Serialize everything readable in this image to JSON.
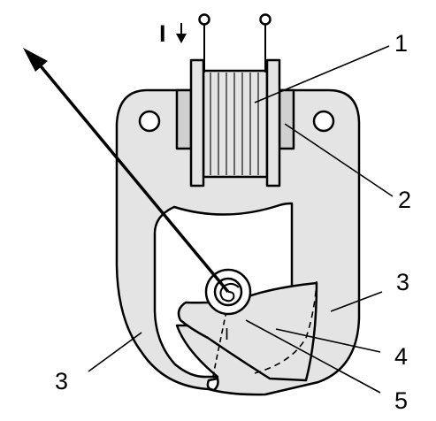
{
  "current": {
    "symbol": "I"
  },
  "labels": {
    "coil": "1",
    "spacer": "2",
    "yoke_right": "3",
    "yoke_left": "3",
    "armature": "4",
    "spring": "5"
  },
  "pointer_mark": "I",
  "colors": {
    "stroke": "#000000",
    "body_fill": "#e4e4e4",
    "background": "#ffffff"
  }
}
